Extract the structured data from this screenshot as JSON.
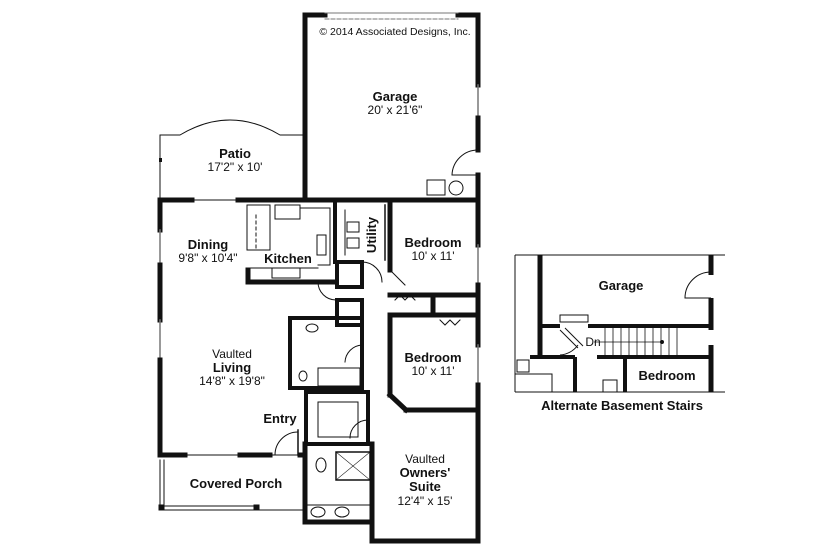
{
  "copyright": "© 2014 Associated Designs, Inc.",
  "main_plan": {
    "rooms": [
      {
        "id": "garage",
        "name": "Garage",
        "dims": "20' x 21'6\""
      },
      {
        "id": "patio",
        "name": "Patio",
        "dims": "17'2\" x 10'"
      },
      {
        "id": "dining",
        "name": "Dining",
        "dims": "9'8\" x 10'4\""
      },
      {
        "id": "kitchen",
        "name": "Kitchen",
        "dims": ""
      },
      {
        "id": "utility",
        "name": "Utility",
        "dims": ""
      },
      {
        "id": "bedroom1",
        "name": "Bedroom",
        "dims": "10' x 11'"
      },
      {
        "id": "bedroom2",
        "name": "Bedroom",
        "dims": "10' x 11'"
      },
      {
        "id": "living",
        "prefix": "Vaulted",
        "name": "Living",
        "dims": "14'8\" x 19'8\""
      },
      {
        "id": "entry",
        "name": "Entry",
        "dims": ""
      },
      {
        "id": "covered_porch",
        "name": "Covered Porch",
        "dims": ""
      },
      {
        "id": "owners_suite",
        "prefix": "Vaulted",
        "name": "Owners'",
        "name2": "Suite",
        "dims": "12'4\" x 15'"
      }
    ]
  },
  "alternate_plan": {
    "title": "Alternate Basement Stairs",
    "rooms": [
      {
        "id": "alt_garage",
        "name": "Garage"
      },
      {
        "id": "alt_bedroom",
        "name": "Bedroom"
      }
    ],
    "stairs_label": "Dn"
  }
}
